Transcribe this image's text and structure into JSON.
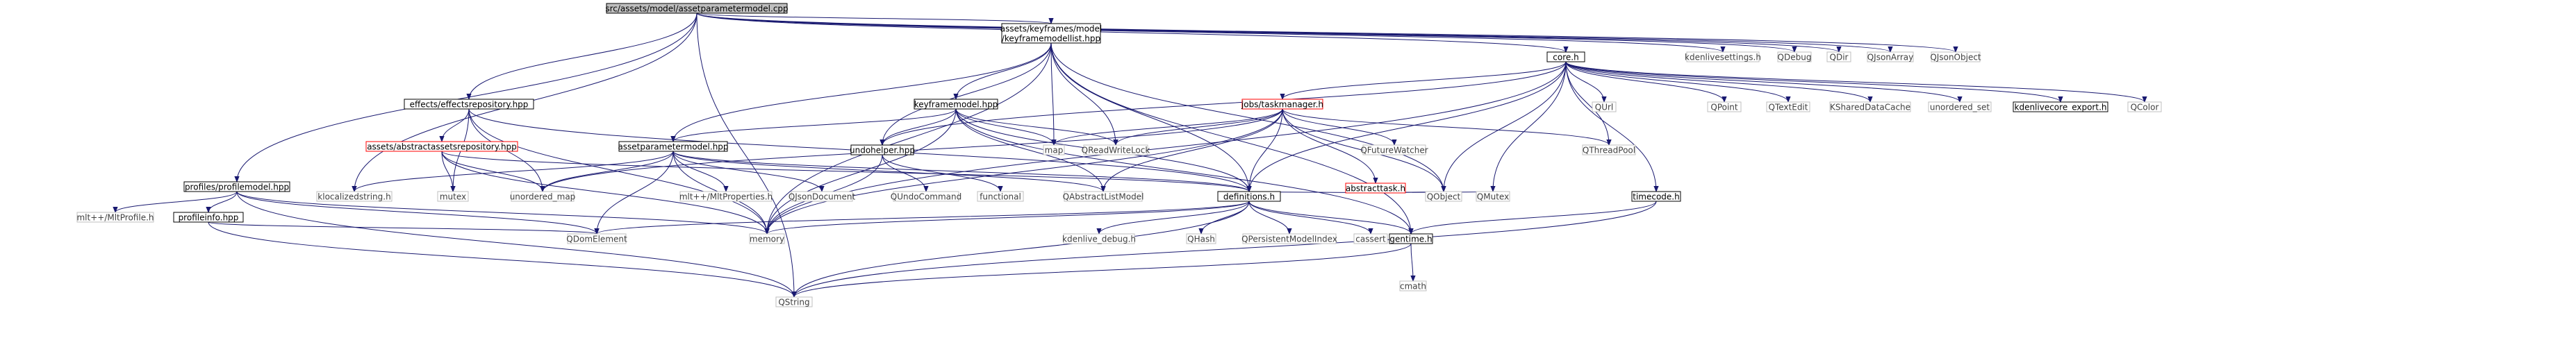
{
  "diagram": {
    "type": "include-dependency-graph",
    "edge_color": "#191970",
    "nodes": [
      {
        "id": "root",
        "label": "src/assets/model/assetparametermodel.cpp",
        "style": "root"
      },
      {
        "id": "profilemodel",
        "label": "profiles/profilemodel.hpp",
        "style": "std"
      },
      {
        "id": "effectsrepo",
        "label": "effects/effectsrepository.hpp",
        "style": "std"
      },
      {
        "id": "kfmodellist",
        "label": "assets/keyframes/model\n/keyframemodellist.hpp",
        "style": "std"
      },
      {
        "id": "coreh",
        "label": "core.h",
        "style": "std"
      },
      {
        "id": "kdenlivesettings",
        "label": "kdenlivesettings.h",
        "style": "ext"
      },
      {
        "id": "qdebug",
        "label": "QDebug",
        "style": "ext"
      },
      {
        "id": "qdir",
        "label": "QDir",
        "style": "ext"
      },
      {
        "id": "qjsonarray",
        "label": "QJsonArray",
        "style": "ext"
      },
      {
        "id": "qjsonobject",
        "label": "QJsonObject",
        "style": "ext"
      },
      {
        "id": "kfmodel",
        "label": "keyframemodel.hpp",
        "style": "std"
      },
      {
        "id": "jobs",
        "label": "jobs/taskmanager.h",
        "style": "red"
      },
      {
        "id": "abstractrepo",
        "label": "assets/abstractassetsrepository.hpp",
        "style": "red"
      },
      {
        "id": "assetparammodel",
        "label": "assetparametermodel.hpp",
        "style": "std"
      },
      {
        "id": "undohelper",
        "label": "undohelper.hpp",
        "style": "std"
      },
      {
        "id": "abstracttask",
        "label": "abstracttask.h",
        "style": "red"
      },
      {
        "id": "profileinfo",
        "label": "profileinfo.hpp",
        "style": "std"
      },
      {
        "id": "mltprofile",
        "label": "mlt++/MltProfile.h",
        "style": "ext"
      },
      {
        "id": "klocalized",
        "label": "klocalizedstring.h",
        "style": "ext"
      },
      {
        "id": "mutex",
        "label": "mutex",
        "style": "ext"
      },
      {
        "id": "unorderedmap",
        "label": "unordered_map",
        "style": "ext"
      },
      {
        "id": "map",
        "label": "map",
        "style": "ext"
      },
      {
        "id": "qreadwritelock",
        "label": "QReadWriteLock",
        "style": "ext"
      },
      {
        "id": "qfuturewatcher",
        "label": "QFutureWatcher",
        "style": "ext"
      },
      {
        "id": "qthreadpool",
        "label": "QThreadPool",
        "style": "ext"
      },
      {
        "id": "qurl",
        "label": "QUrl",
        "style": "ext"
      },
      {
        "id": "qpoint",
        "label": "QPoint",
        "style": "ext"
      },
      {
        "id": "qtextedit",
        "label": "QTextEdit",
        "style": "ext"
      },
      {
        "id": "kshared",
        "label": "KSharedDataCache",
        "style": "ext"
      },
      {
        "id": "unorderedset",
        "label": "unordered_set",
        "style": "ext"
      },
      {
        "id": "kdenlivecore",
        "label": "kdenlivecore_export.h",
        "style": "std"
      },
      {
        "id": "qcolor",
        "label": "QColor",
        "style": "ext"
      },
      {
        "id": "mltproperties",
        "label": "mlt++/MltProperties.h",
        "style": "ext"
      },
      {
        "id": "qjsondocument",
        "label": "QJsonDocument",
        "style": "ext"
      },
      {
        "id": "qundocommand",
        "label": "QUndoCommand",
        "style": "ext"
      },
      {
        "id": "functional",
        "label": "functional",
        "style": "ext"
      },
      {
        "id": "qabstractlistmodel",
        "label": "QAbstractListModel",
        "style": "ext"
      },
      {
        "id": "definitions",
        "label": "definitions.h",
        "style": "std"
      },
      {
        "id": "qobject",
        "label": "QObject",
        "style": "ext"
      },
      {
        "id": "qmutex",
        "label": "QMutex",
        "style": "ext"
      },
      {
        "id": "timecode",
        "label": "timecode.h",
        "style": "std"
      },
      {
        "id": "qdomelement",
        "label": "QDomElement",
        "style": "ext"
      },
      {
        "id": "memory",
        "label": "memory",
        "style": "ext"
      },
      {
        "id": "kdenlivedebug",
        "label": "kdenlive_debug.h",
        "style": "ext"
      },
      {
        "id": "qhash",
        "label": "QHash",
        "style": "ext"
      },
      {
        "id": "qpmi",
        "label": "QPersistentModelIndex",
        "style": "ext"
      },
      {
        "id": "cassert",
        "label": "cassert",
        "style": "ext"
      },
      {
        "id": "gentime",
        "label": "gentime.h",
        "style": "std"
      },
      {
        "id": "qstring",
        "label": "QString",
        "style": "ext"
      },
      {
        "id": "cmath",
        "label": "cmath",
        "style": "ext"
      }
    ],
    "edges": [
      [
        "root",
        "profilemodel"
      ],
      [
        "root",
        "effectsrepo"
      ],
      [
        "root",
        "kfmodellist"
      ],
      [
        "root",
        "coreh"
      ],
      [
        "root",
        "kdenlivesettings"
      ],
      [
        "root",
        "qdebug"
      ],
      [
        "root",
        "qdir"
      ],
      [
        "root",
        "qjsonarray"
      ],
      [
        "root",
        "qjsonobject"
      ],
      [
        "root",
        "klocalized"
      ],
      [
        "root",
        "qstring"
      ],
      [
        "profilemodel",
        "profileinfo"
      ],
      [
        "profilemodel",
        "mltprofile"
      ],
      [
        "profilemodel",
        "memory"
      ],
      [
        "profilemodel",
        "qdomelement"
      ],
      [
        "profilemodel",
        "qstring"
      ],
      [
        "profileinfo",
        "qdomelement"
      ],
      [
        "profileinfo",
        "qstring"
      ],
      [
        "effectsrepo",
        "abstractrepo"
      ],
      [
        "effectsrepo",
        "definitions"
      ],
      [
        "effectsrepo",
        "unorderedmap"
      ],
      [
        "effectsrepo",
        "mutex"
      ],
      [
        "effectsrepo",
        "memory"
      ],
      [
        "abstractrepo",
        "definitions"
      ],
      [
        "abstractrepo",
        "mutex"
      ],
      [
        "abstractrepo",
        "unorderedmap"
      ],
      [
        "abstractrepo",
        "memory"
      ],
      [
        "kfmodellist",
        "assetparammodel"
      ],
      [
        "kfmodellist",
        "kfmodel"
      ],
      [
        "kfmodellist",
        "undohelper"
      ],
      [
        "kfmodellist",
        "map"
      ],
      [
        "kfmodellist",
        "qreadwritelock"
      ],
      [
        "kfmodellist",
        "definitions"
      ],
      [
        "kfmodellist",
        "memory"
      ],
      [
        "kfmodellist",
        "qobject"
      ],
      [
        "kfmodellist",
        "gentime"
      ],
      [
        "kfmodel",
        "assetparammodel"
      ],
      [
        "kfmodel",
        "undohelper"
      ],
      [
        "kfmodel",
        "map"
      ],
      [
        "kfmodel",
        "qreadwritelock"
      ],
      [
        "kfmodel",
        "qabstractlistmodel"
      ],
      [
        "kfmodel",
        "definitions"
      ],
      [
        "kfmodel",
        "gentime"
      ],
      [
        "kfmodel",
        "memory"
      ],
      [
        "assetparammodel",
        "klocalized"
      ],
      [
        "assetparammodel",
        "unorderedmap"
      ],
      [
        "assetparammodel",
        "mltproperties"
      ],
      [
        "assetparammodel",
        "qjsondocument"
      ],
      [
        "assetparammodel",
        "qabstractlistmodel"
      ],
      [
        "assetparammodel",
        "definitions"
      ],
      [
        "assetparammodel",
        "qdomelement"
      ],
      [
        "assetparammodel",
        "memory"
      ],
      [
        "undohelper",
        "qundocommand"
      ],
      [
        "undohelper",
        "functional"
      ],
      [
        "undohelper",
        "memory"
      ],
      [
        "coreh",
        "jobs"
      ],
      [
        "coreh",
        "undohelper"
      ],
      [
        "coreh",
        "qurl"
      ],
      [
        "coreh",
        "qpoint"
      ],
      [
        "coreh",
        "qtextedit"
      ],
      [
        "coreh",
        "kshared"
      ],
      [
        "coreh",
        "unorderedset"
      ],
      [
        "coreh",
        "kdenlivecore"
      ],
      [
        "coreh",
        "qcolor"
      ],
      [
        "coreh",
        "qthreadpool"
      ],
      [
        "coreh",
        "qmutex"
      ],
      [
        "coreh",
        "timecode"
      ],
      [
        "coreh",
        "definitions"
      ],
      [
        "coreh",
        "memory"
      ],
      [
        "coreh",
        "qobject"
      ],
      [
        "jobs",
        "abstracttask"
      ],
      [
        "jobs",
        "unorderedmap"
      ],
      [
        "jobs",
        "map"
      ],
      [
        "jobs",
        "qreadwritelock"
      ],
      [
        "jobs",
        "qfuturewatcher"
      ],
      [
        "jobs",
        "qthreadpool"
      ],
      [
        "jobs",
        "qabstractlistmodel"
      ],
      [
        "jobs",
        "definitions"
      ],
      [
        "jobs",
        "qobject"
      ],
      [
        "jobs",
        "memory"
      ],
      [
        "abstracttask",
        "definitions"
      ],
      [
        "abstracttask",
        "qobject"
      ],
      [
        "abstracttask",
        "qmutex"
      ],
      [
        "definitions",
        "gentime"
      ],
      [
        "definitions",
        "kdenlivedebug"
      ],
      [
        "definitions",
        "qhash"
      ],
      [
        "definitions",
        "qpmi"
      ],
      [
        "definitions",
        "cassert"
      ],
      [
        "definitions",
        "memory"
      ],
      [
        "definitions",
        "qdomelement"
      ],
      [
        "definitions",
        "qstring"
      ],
      [
        "timecode",
        "gentime"
      ],
      [
        "timecode",
        "qstring"
      ],
      [
        "gentime",
        "cmath"
      ],
      [
        "gentime",
        "qstring"
      ]
    ]
  }
}
